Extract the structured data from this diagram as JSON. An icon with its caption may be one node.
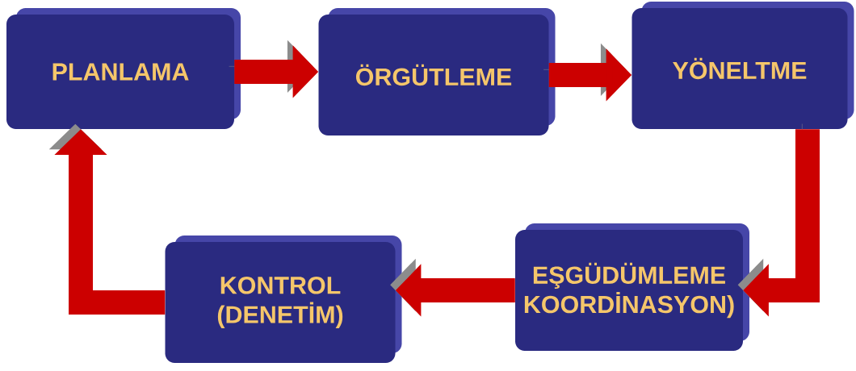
{
  "diagram": {
    "nodes": [
      {
        "text": [
          "PLANLAMA"
        ]
      },
      {
        "text": [
          "ÖRGÜTLEME"
        ]
      },
      {
        "text": [
          "YÖNELTME"
        ]
      },
      {
        "text": [
          "EŞGÜDÜMLEME KOORDİNASYON)"
        ]
      },
      {
        "text": [
          "KONTROL (DENETİM)"
        ]
      }
    ],
    "edges": [
      {
        "from": 0,
        "to": 1,
        "arrow": "to"
      },
      {
        "from": 1,
        "to": 2,
        "arrow": "to"
      },
      {
        "from": 2,
        "to": 3,
        "arrow": "to"
      },
      {
        "from": 3,
        "to": 4,
        "arrow": "to"
      },
      {
        "from": 4,
        "to": 0,
        "arrow": "to"
      }
    ]
  }
}
